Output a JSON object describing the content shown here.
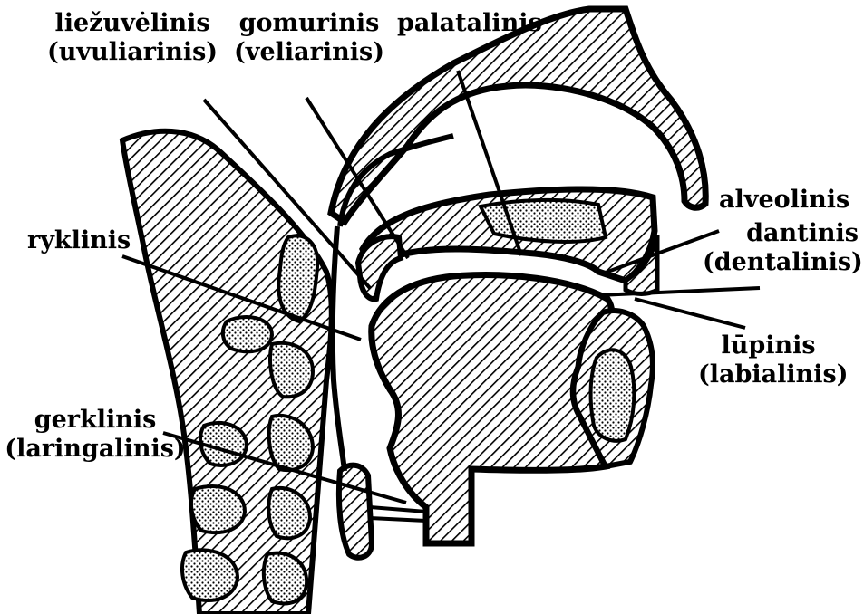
{
  "labels": {
    "uvular": {
      "line1": "liežuvėlinis",
      "line2": "(uvuliarinis)"
    },
    "velar": {
      "line1": "gomurinis",
      "line2": "(veliarinis)"
    },
    "palatal": {
      "line1": "palatalinis"
    },
    "pharyngeal": {
      "line1": "ryklinis"
    },
    "alveolar": {
      "line1": "alveolinis"
    },
    "dental": {
      "line1": "dantinis",
      "line2": "(dentalinis)"
    },
    "labial": {
      "line1": "lūpinis",
      "line2": "(labialinis)"
    },
    "laryngeal": {
      "line1": "gerklinis",
      "line2": "(laringalinis)"
    }
  },
  "colors": {
    "ink": "#000000",
    "paper": "#ffffff"
  }
}
